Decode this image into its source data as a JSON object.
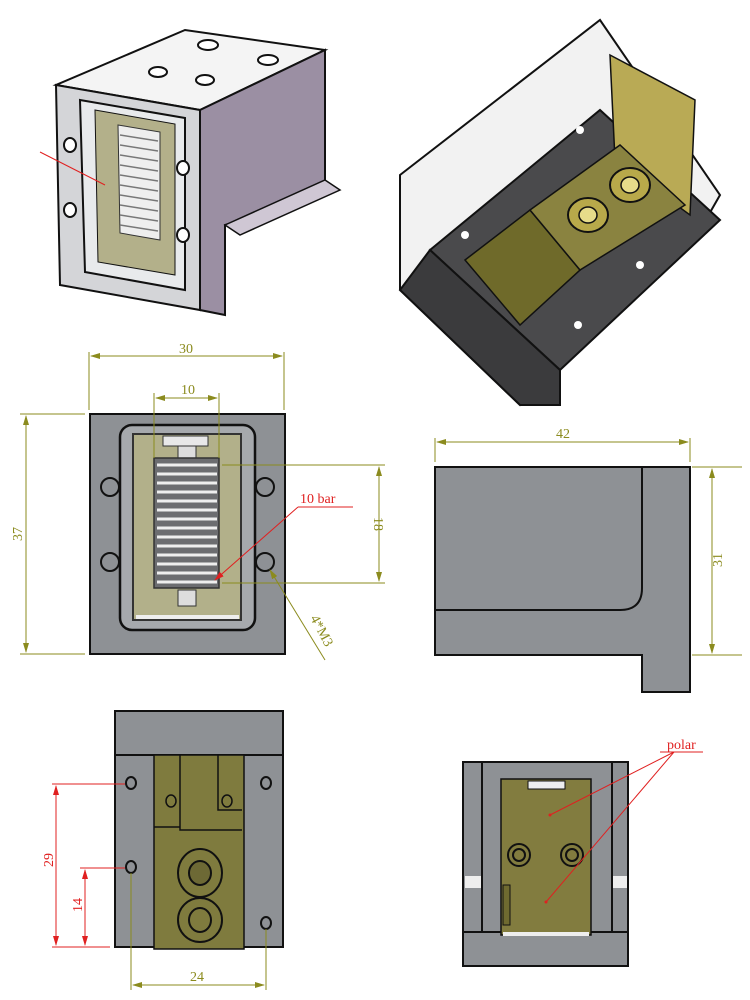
{
  "title": "Laser diode bar mount - technical drawing",
  "front_view": {
    "width_dim": "30",
    "bar_width_dim": "10",
    "height_dim": "37",
    "bar_height_dim": "18",
    "bar_label": "10 bar",
    "hole_label": "4*M3"
  },
  "side_view": {
    "length_dim": "42",
    "height_dim": "31"
  },
  "bottom_view": {
    "hole_spacing_tall": "29",
    "hole_spacing_short": "14",
    "hole_spacing_width": "24"
  },
  "back_view": {
    "polar_label": "polar"
  },
  "colors": {
    "dimension": "#8b8b1e",
    "annotation": "#e02020",
    "body": "#8e9195",
    "electrode": "#7f7b3e"
  }
}
